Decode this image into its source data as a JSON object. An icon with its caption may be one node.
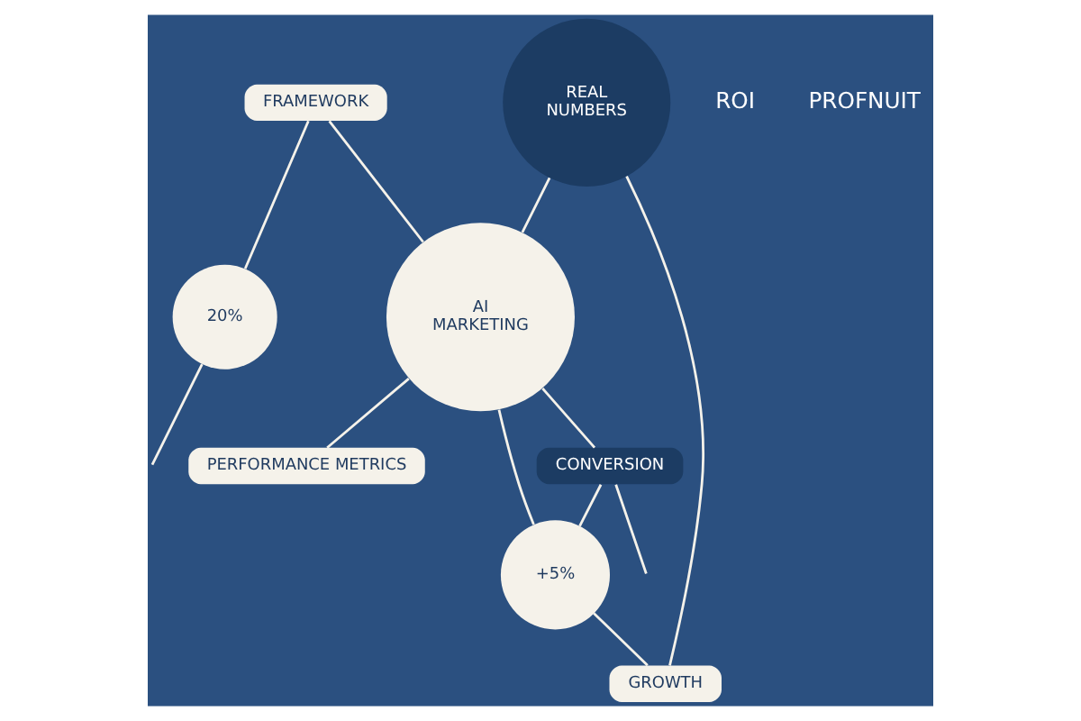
{
  "diagram": {
    "nodes": [
      {
        "text": [
          "FRAMEWORK"
        ]
      },
      {
        "text": [
          "PERFORMANCE METRICS"
        ]
      },
      {
        "text": [
          "20%"
        ]
      },
      {
        "text": [
          "AI",
          "MARKETING"
        ]
      },
      {
        "text": [
          "CONVERSION"
        ]
      },
      {
        "text": [
          "REAL",
          "NUMBERS"
        ]
      },
      {
        "text": [
          "+5%"
        ]
      },
      {
        "text": [
          "GROWTH"
        ]
      }
    ],
    "edges": [
      {
        "from": 0,
        "to": 3,
        "arrow": "none"
      },
      {
        "from": 0,
        "to": 2,
        "arrow": "none"
      },
      {
        "from": 3,
        "to": 1,
        "arrow": "none"
      },
      {
        "from": 3,
        "to": 4,
        "arrow": "none"
      },
      {
        "from": 5,
        "to": 3,
        "arrow": "none"
      },
      {
        "from": 3,
        "to": 6,
        "arrow": "none"
      },
      {
        "from": 4,
        "to": 6,
        "arrow": "none"
      },
      {
        "from": 6,
        "to": 7,
        "arrow": "none"
      },
      {
        "from": 5,
        "to": 7,
        "arrow": "none"
      },
      {
        "from": 2,
        "to": null,
        "arrow": "none"
      },
      {
        "from": 4,
        "to": null,
        "arrow": "none"
      }
    ],
    "labels": [
      "ROI",
      "PROFNUIT"
    ]
  }
}
